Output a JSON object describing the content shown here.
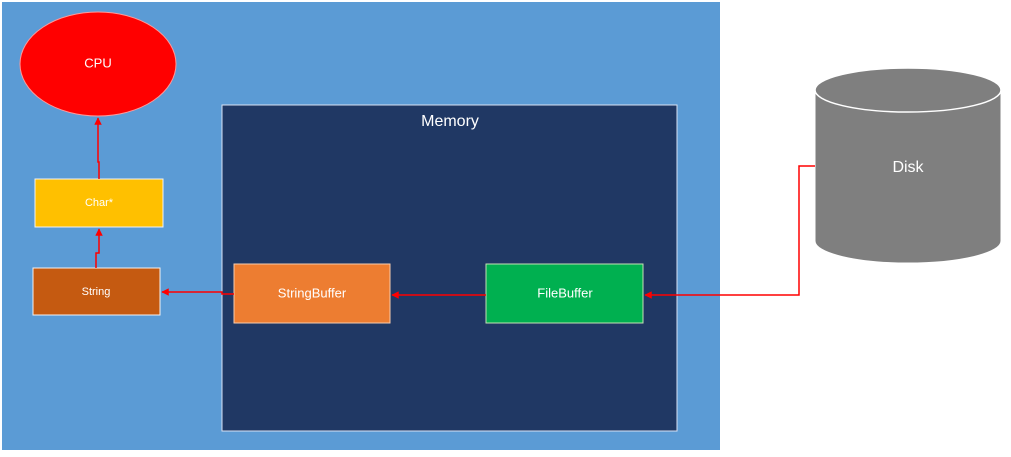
{
  "nodes": {
    "cpu": {
      "label": "CPU",
      "color": "#ff0000"
    },
    "char_ptr": {
      "label": "Char*",
      "color": "#ffc000"
    },
    "string": {
      "label": "String",
      "color": "#c55a11"
    },
    "memory": {
      "label": "Memory",
      "color": "#203864"
    },
    "string_buffer": {
      "label": "StringBuffer",
      "color": "#ed7d31"
    },
    "file_buffer": {
      "label": "FileBuffer",
      "color": "#00b050"
    },
    "disk": {
      "label": "Disk",
      "color": "#7f7f7f"
    }
  },
  "colors": {
    "background_panel": "#5b9bd5",
    "arrow": "#ff0000"
  },
  "edges": [
    {
      "from": "disk",
      "to": "file_buffer"
    },
    {
      "from": "file_buffer",
      "to": "string_buffer"
    },
    {
      "from": "string_buffer",
      "to": "string"
    },
    {
      "from": "string",
      "to": "char_ptr"
    },
    {
      "from": "char_ptr",
      "to": "cpu"
    }
  ]
}
